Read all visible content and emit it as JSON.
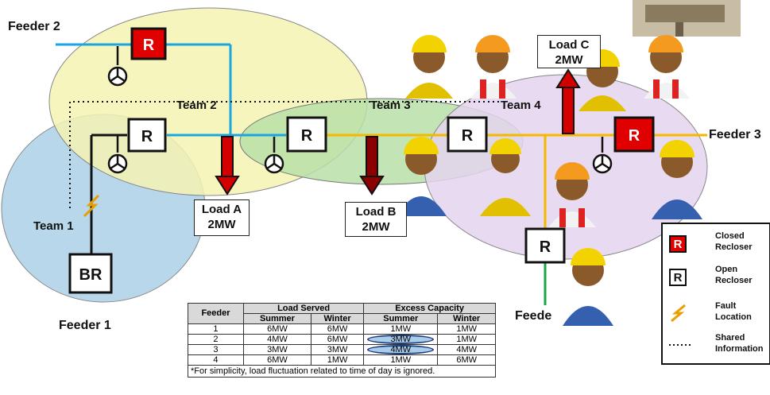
{
  "feeders": {
    "f1": "Feeder 1",
    "f2": "Feeder 2",
    "f3": "Feeder 3",
    "f4": "Feede"
  },
  "teams": {
    "t1": "Team 1",
    "t2": "Team 2",
    "t3": "Team 3",
    "t4": "Team 4"
  },
  "reclosers": {
    "r_top": "R",
    "r_left": "R",
    "r_mid": "R",
    "r_right": "R",
    "r_closed_right": "R",
    "r_bottom": "R",
    "breaker": "BR"
  },
  "loads": {
    "a": [
      "Load A",
      "2MW"
    ],
    "b": [
      "Load B",
      "2MW"
    ],
    "c": [
      "Load C",
      "2MW"
    ]
  },
  "legend": {
    "closed": [
      "Closed",
      "Recloser"
    ],
    "open": [
      "Open",
      "Recloser"
    ],
    "fault": [
      "Fault",
      "Location"
    ],
    "shared": [
      "Shared",
      "Information"
    ],
    "symbol": "R"
  },
  "table": {
    "group_headers": [
      "Load Served",
      "Excess Capacity"
    ],
    "columns": [
      "Feeder",
      "Summer",
      "Winter",
      "Summer",
      "Winter"
    ],
    "rows": [
      [
        "1",
        "6MW",
        "6MW",
        "1MW",
        "1MW"
      ],
      [
        "2",
        "4MW",
        "6MW",
        "3MW",
        "1MW"
      ],
      [
        "3",
        "3MW",
        "3MW",
        "4MW",
        "4MW"
      ],
      [
        "4",
        "6MW",
        "1MW",
        "1MW",
        "6MW"
      ]
    ],
    "note": "*For simplicity, load fluctuation related to time of day is ignored."
  },
  "colors": {
    "feeder_line": "#1ba6e0",
    "feeder3_line": "#f5b800",
    "feeder4_line": "#1ea34a",
    "closed_fill": "#e00000",
    "arrow_red": "#d40000",
    "arrow_dark": "#8b0000",
    "team1_zone": "#b9d7ea",
    "team2_zone": "#f4f3b3",
    "team3_zone": "#b9dfa7",
    "team4_zone": "#e4d4ef"
  }
}
